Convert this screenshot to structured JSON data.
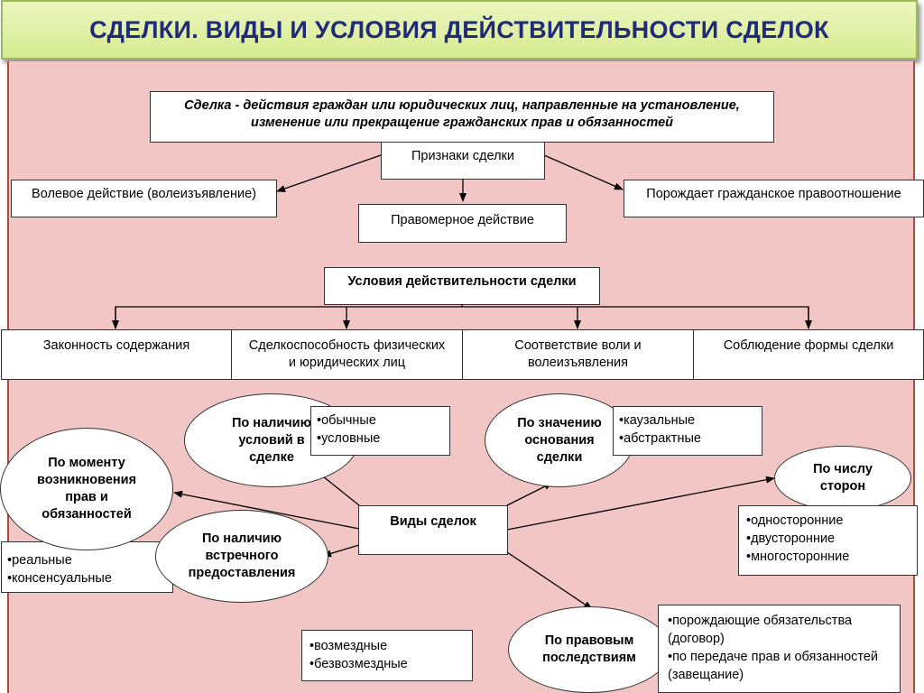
{
  "title": "СДЕЛКИ.  ВИДЫ И УСЛОВИЯ ДЕЙСТВИТЕЛЬНОСТИ СДЕЛОК",
  "definition": "Сделка -  действия граждан или юридических лиц, направленные на установление, изменение или прекращение гражданских прав и обязанностей",
  "signs": {
    "header": "Признаки сделки",
    "items": [
      "Волевое действие (волеизъявление)",
      "Правомерное  действие",
      "Порождает гражданское правоотношение"
    ]
  },
  "conditions": {
    "header": "Условия действительности сделки",
    "items": [
      "Законность содержания",
      "Сделкоспособность физических и юридических лиц",
      "Соответствие воли и волеизъявления",
      "Соблюдение формы сделки"
    ]
  },
  "types": {
    "center": "Виды сделок",
    "by_conditions": {
      "label": "По наличию условий в сделке",
      "options": [
        "обычные",
        "условные"
      ]
    },
    "by_basis": {
      "label": "По значению основания сделки",
      "options": [
        "каузальные",
        "абстрактные"
      ]
    },
    "by_moment": {
      "label": "По моменту возникновения прав и обязанностей",
      "options": [
        "реальные",
        "консенсуальные"
      ]
    },
    "by_counter": {
      "label": "По наличию встречного предоставления",
      "options": [
        "возмездные",
        "безвозмездные"
      ]
    },
    "by_parties": {
      "label": "По числу сторон",
      "options": [
        "односторонние",
        "двусторонние",
        "многосторонние"
      ]
    },
    "by_consequences": {
      "label": "По правовым последствиям",
      "options": [
        "порождающие обязательства (договор)",
        "по передаче прав и обязанностей (завещание)"
      ]
    }
  }
}
